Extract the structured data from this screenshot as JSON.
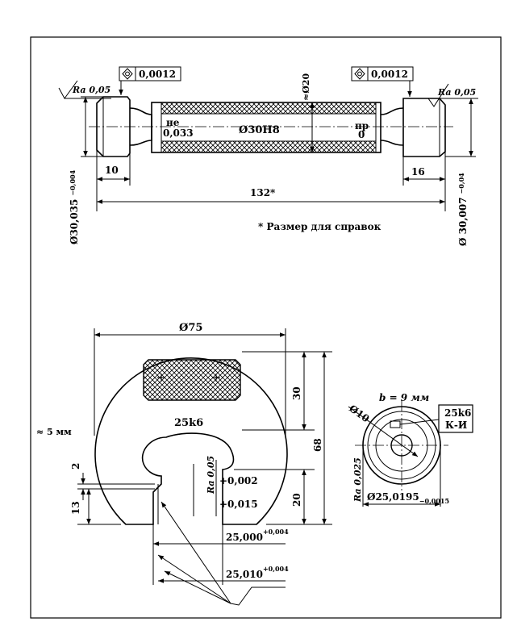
{
  "plug_gauge": {
    "ra_left": "Ra 0,05",
    "ra_right": "Ra 0,05",
    "roundness_left": "0,0012",
    "roundness_right": "0,0012",
    "dia_body": "≈Ø20",
    "ne_label": "не",
    "ne_value": "0,033",
    "dia_nominal": "Ø30H8",
    "pr_label": "пр",
    "pr_value": "0",
    "len_left": "10",
    "len_right": "16",
    "len_total": "132*",
    "dia_left": "Ø30,035",
    "dia_left_tol": "−0,004",
    "dia_right": "Ø 30,007",
    "dia_right_tol": "−0,04",
    "footnote": "* Размер для справок"
  },
  "snap_gauge": {
    "dia_outer": "Ø75",
    "fit": "25k6",
    "thickness": "≈ 5 мм",
    "dim_30": "30",
    "dim_68": "68",
    "dim_20": "20",
    "dim_2": "2",
    "dim_13": "13",
    "ra": "Ra 0,05",
    "dev_upper": "+0,002",
    "dev_lower": "+0,015",
    "size_1": "25,000",
    "size_1_tol": "+0,004",
    "size_2": "25,010",
    "size_2_tol": "+0,004"
  },
  "ring_gauge": {
    "width": "b = 9 мм",
    "dia_hole": "Ø10",
    "marking_fit": "25k6",
    "marking_type": "К-И",
    "ra": "Ra 0,025",
    "dia_working": "Ø25,0195",
    "dia_working_tol": "−0,0015"
  }
}
